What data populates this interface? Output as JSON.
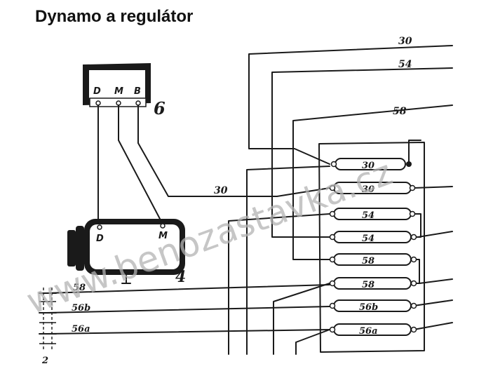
{
  "title": "Dynamo a regulátor",
  "regulator": {
    "terminals": [
      "D",
      "M",
      "B"
    ],
    "number": "6"
  },
  "dynamo": {
    "terminal_d": "D",
    "terminal_m": "M",
    "number": "4"
  },
  "top_wires": [
    "30",
    "54",
    "58"
  ],
  "middle_wire": "30",
  "fuses": [
    "30",
    "30",
    "54",
    "54",
    "58",
    "58",
    "56b",
    "56a"
  ],
  "left_wires": [
    "58",
    "56b",
    "56a"
  ],
  "corner_label": "2",
  "watermark": "www.benozastavka.cz"
}
